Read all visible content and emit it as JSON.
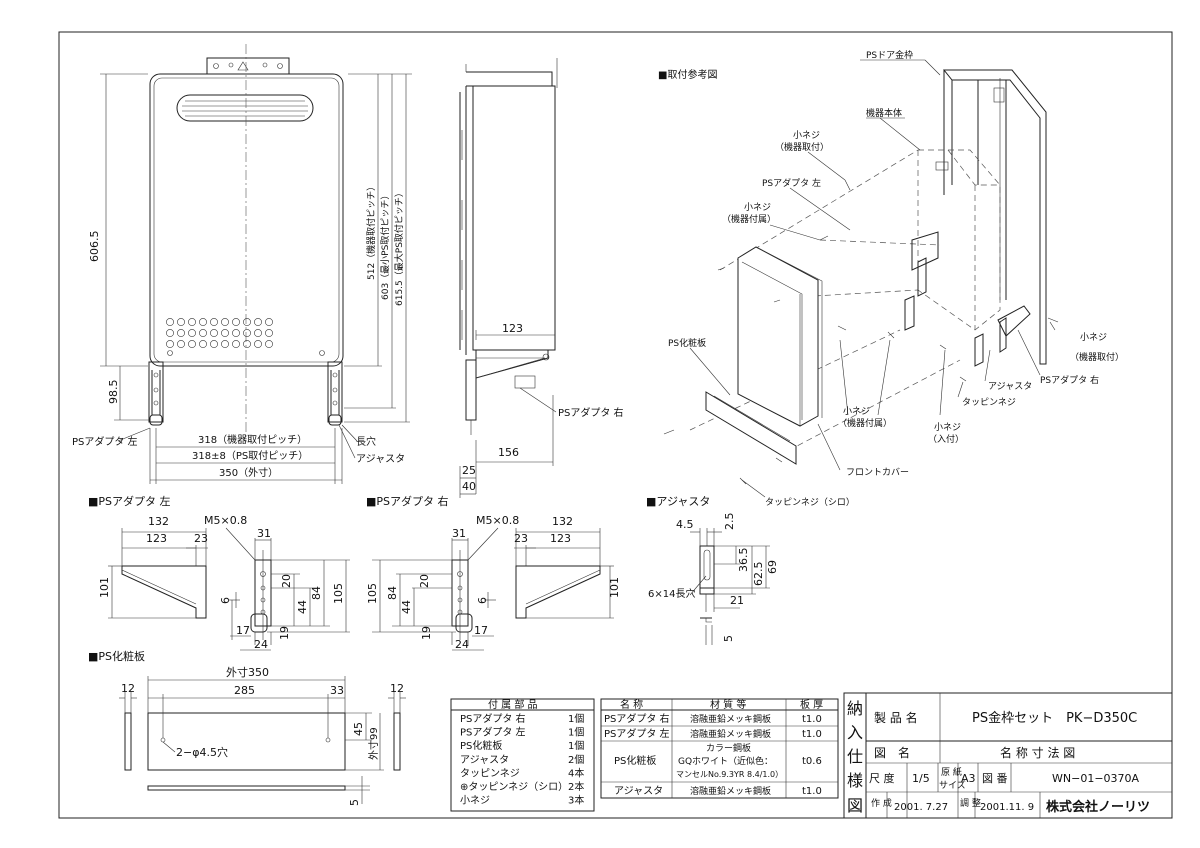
{
  "views": {
    "reference_title": "■取付参考図",
    "left_adapter_title": "■PSアダプタ 左",
    "right_adapter_title": "■PSアダプタ 右",
    "adjuster_title": "■アジャスタ",
    "cover_title": "■PS化粧板"
  },
  "front_view": {
    "dim_height": "606.5",
    "dim_low": "98.5",
    "dim_pitch_unit": "318（機器取付ピッチ）",
    "dim_pitch_ps": "318±8（PS取付ピッチ）",
    "dim_width": "350（外寸）",
    "dim_512": "512（機器取付ピッチ）",
    "dim_603": "603（最小PS取付ピッチ）",
    "dim_615": "615.5（最大PS取付ピッチ）",
    "label_adapter_left": "PSアダプタ 左",
    "label_slot": "長穴",
    "label_adjuster": "アジャスタ"
  },
  "side_view": {
    "dim_123": "123",
    "dim_156": "156",
    "dim_25": "25",
    "dim_40": "40",
    "label_adapter_right": "PSアダプタ 右"
  },
  "reference": {
    "door_frame": "PSドア金枠",
    "unit_body": "機器本体",
    "small_screw_unit": "小ネジ",
    "small_screw_unit_sub": "（機器取付）",
    "adapter_left": "PSアダプタ 左",
    "small_screw_acc": "小ネジ",
    "small_screw_acc_sub": "（機器付属）",
    "cover_plate": "PS化粧板",
    "small_screw_right": "小ネジ",
    "small_screw_right_sub": "（機器取付）",
    "adjuster": "アジャスタ",
    "adapter_right": "PSアダプタ 右",
    "tapping_screw": "タッピンネジ",
    "small_screw_acc2": "小ネジ",
    "small_screw_acc2_sub": "（機器付属）",
    "small_screw_in": "小ネジ",
    "small_screw_in_sub": "（入付）",
    "front_cover": "フロントカバー",
    "tapping_screw_white": "タッピンネジ（シロ）"
  },
  "adapter_left": {
    "d132": "132",
    "d123": "123",
    "d23": "23",
    "d101": "101",
    "m5": "M5×0.8",
    "d31": "31",
    "d20": "20",
    "d84": "84",
    "d105": "105",
    "d6": "6",
    "d44": "44",
    "d17": "17",
    "d19": "19",
    "d24": "24"
  },
  "adapter_right": {
    "m5": "M5×0.8",
    "d31": "31",
    "d105": "105",
    "d84": "84",
    "d20": "20",
    "d44": "44",
    "d6": "6",
    "d19": "19",
    "d17": "17",
    "d24": "24",
    "d132": "132",
    "d23": "23",
    "d123": "123",
    "d101": "101"
  },
  "adjuster": {
    "d45": "4.5",
    "d25": "2.5",
    "d365": "36.5",
    "d625": "62.5",
    "d69": "69",
    "slot": "6×14長穴",
    "d21": "21",
    "d5": "5"
  },
  "cover": {
    "outer": "外寸350",
    "d285": "285",
    "d33": "33",
    "d12a": "12",
    "d12b": "12",
    "hole": "2−φ4.5穴",
    "d45": "45",
    "d99": "外寸99",
    "d5": "5"
  },
  "parts_table": {
    "header": "付 属 部 品",
    "rows": [
      {
        "name": "PSアダプタ 右",
        "qty": "1個"
      },
      {
        "name": "PSアダプタ 左",
        "qty": "1個"
      },
      {
        "name": "PS化粧板",
        "qty": "1個"
      },
      {
        "name": "アジャスタ",
        "qty": "2個"
      },
      {
        "name": "タッピンネジ",
        "qty": "4本"
      },
      {
        "name": "⊕タッピンネジ（シロ）",
        "qty": "2本"
      },
      {
        "name": "小ネジ",
        "qty": "3本"
      }
    ]
  },
  "material_table": {
    "h_name": "名 称",
    "h_material": "材 質 等",
    "h_thickness": "板 厚",
    "rows": [
      {
        "name": "PSアダプタ 右",
        "material": "溶融亜鉛メッキ鋼板",
        "thickness": "t1.0"
      },
      {
        "name": "PSアダプタ 左",
        "material": "溶融亜鉛メッキ鋼板",
        "thickness": "t1.0"
      },
      {
        "name": "PS化粧板",
        "material_1": "カラー鋼板",
        "material_2": "GQホワイト（近似色：",
        "material_3": "マンセルNo.9.3YR 8.4/1.0）",
        "thickness": "t0.6"
      },
      {
        "name": "アジャスタ",
        "material": "溶融亜鉛メッキ鋼板",
        "thickness": "t1.0"
      }
    ]
  },
  "title_block": {
    "side": [
      "納",
      "入",
      "仕",
      "様",
      "図"
    ],
    "product_label": "製 品 名",
    "product": "PS金枠セット　PK−D350C",
    "drawing_label": "図　名",
    "drawing": "名 称 寸 法 図",
    "scale_label": "尺 度",
    "scale": "1/5",
    "paper_label_1": "原 紙",
    "paper_label_2": "サイズ",
    "paper": "A3",
    "number_label": "図 番",
    "number": "WN−01−0370A",
    "made_label": "作 成",
    "made_date": "2001. 7.27",
    "check_label": "調 整",
    "check_date": "2001.11. 9",
    "company": "株式会社ノーリツ"
  }
}
